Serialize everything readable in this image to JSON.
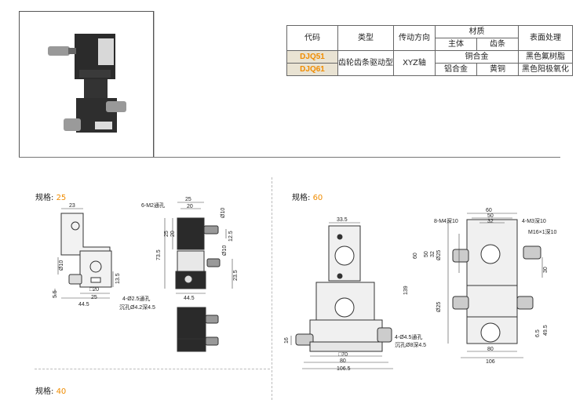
{
  "table": {
    "header": {
      "code": "代码",
      "type": "类型",
      "direction": "传动方向",
      "material": "材质",
      "main_body": "主体",
      "gear": "齿条",
      "surface": "表面处理"
    },
    "rows": [
      {
        "code": "DJQ51",
        "type": "齿轮齿条驱动型",
        "direction": "XYZ轴",
        "material_merged": "铜合金",
        "surface": "黑色氟树脂"
      },
      {
        "code": "DJQ61",
        "main_body": "铝合金",
        "gear": "黄铜",
        "surface": "黑色阳极氧化"
      }
    ]
  },
  "specs": {
    "prefix": "规格:",
    "s25": "25",
    "s60": "60",
    "s40": "40"
  },
  "dims25": {
    "d23": "23",
    "d10": "Ø10",
    "d5_5": "5.5",
    "d25": "25",
    "d44_5": "44.5",
    "d13_5": "13.5",
    "box20": "□20",
    "hole": "4-Ø2.5通孔",
    "counter": "沉孔Ø4.2深4.5",
    "m2": "6-M2通孔",
    "t25": "25",
    "t20": "20",
    "l25": "25",
    "l20": "20",
    "l73_5": "73.5",
    "r12_5": "12.5",
    "r10a": "Ø10",
    "r10b": "Ø10",
    "r23_5": "23.5",
    "b44_5": "44.5"
  },
  "dims60": {
    "d33_5": "33.5",
    "d16": "16",
    "box70": "□70",
    "d80": "80",
    "d106_5": "106.5",
    "hole": "4-Ø4.5通孔",
    "counter": "沉孔Ø8深4.5",
    "t60": "60",
    "t50": "50",
    "t32": "32",
    "m4": "8-M4深10",
    "m3": "4-M3深10",
    "m16": "M16×1深10",
    "l60": "60",
    "l50": "50",
    "l32": "32",
    "l25": "Ø25",
    "l139": "139",
    "l25b": "Ø25",
    "r30": "30",
    "r49_5": "49.5",
    "r6_5": "6.5",
    "b80": "80",
    "b106": "106"
  },
  "colors": {
    "accent": "#f08c00",
    "code_bg": "#e9e3d3"
  }
}
